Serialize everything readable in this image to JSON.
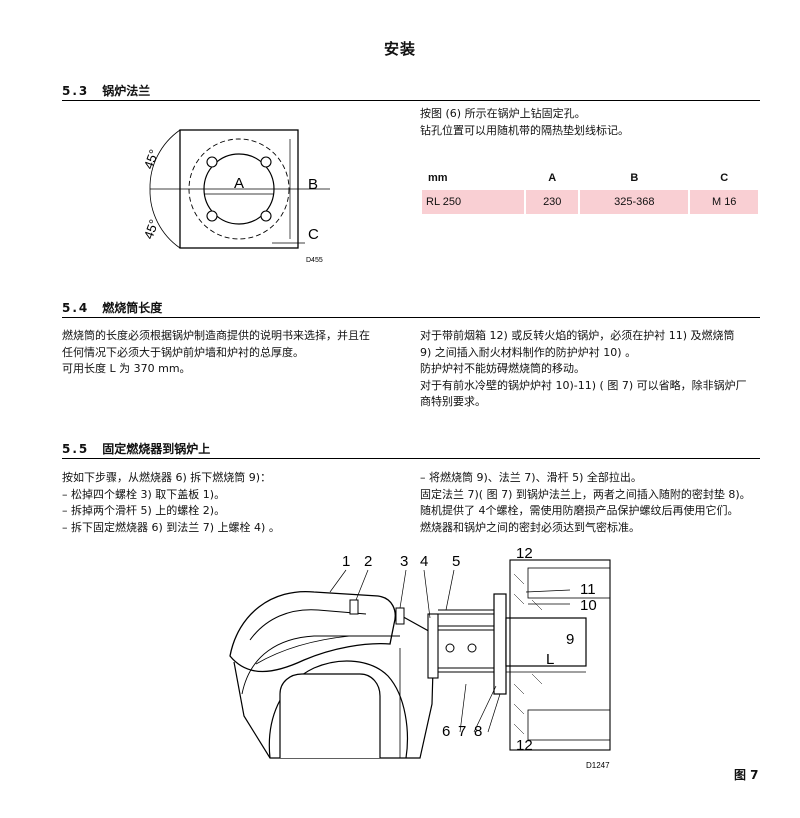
{
  "page": {
    "title": "安装"
  },
  "sections": [
    {
      "num": "5.3",
      "title": "锅炉法兰"
    },
    {
      "num": "5.4",
      "title": "燃烧筒长度"
    },
    {
      "num": "5.5",
      "title": "固定燃烧器到锅炉上"
    }
  ],
  "flange": {
    "lines": [
      "按图 (6) 所示在锅炉上钻固定孔。",
      "钻孔位置可以用随机带的隔热垫划线标记。"
    ],
    "table": {
      "headers": [
        "mm",
        "A",
        "B",
        "C"
      ],
      "rows": [
        [
          "RL 250",
          "230",
          "325-368",
          "M 16"
        ]
      ]
    },
    "diagram": {
      "angle1": "45°",
      "angle2": "45°",
      "label_a": "A",
      "label_b": "B",
      "label_c": "C",
      "code": "D455"
    }
  },
  "length": {
    "left": [
      "燃烧筒的长度必须根据锅炉制造商提供的说明书来选择，并且在",
      "任何情况下必须大于锅炉前炉墙和炉衬的总厚度。",
      "可用长度 L 为 370 mm。"
    ],
    "right": [
      "对于带前烟箱 12) 或反转火焰的锅炉，必须在护衬 11) 及燃烧筒",
      "9) 之间插入耐火材料制作的防护炉衬 10) 。",
      "防护炉衬不能妨碍燃烧筒的移动。",
      "对于有前水冷壁的锅炉炉衬 10)-11) ( 图 7) 可以省略，除非锅炉厂",
      "商特别要求。"
    ]
  },
  "fixing": {
    "left": [
      "按如下步骤，从燃烧器 6) 拆下燃烧筒 9)：",
      "–  松掉四个螺栓 3) 取下盖板 1)。",
      "–  拆掉两个滑杆 5) 上的螺栓 2)。",
      "–  拆下固定燃烧器 6) 到法兰 7) 上螺栓 4) 。"
    ],
    "right": [
      "– 将燃烧筒 9)、法兰 7)、滑杆 5) 全部拉出。",
      "固定法兰 7)( 图 7) 到锅炉法兰上，两者之间插入随附的密封垫 8)。",
      "随机提供了 4个螺栓，需使用防磨损产品保护螺纹后再使用它们。",
      "燃烧器和锅炉之间的密封必须达到气密标准。"
    ]
  },
  "figure7": {
    "callouts": [
      "1",
      "2",
      "3",
      "4",
      "5",
      "6",
      "7",
      "8",
      "9",
      "10",
      "11",
      "12",
      "12"
    ],
    "label_l": "L",
    "code": "D1247",
    "caption": "图 7"
  }
}
